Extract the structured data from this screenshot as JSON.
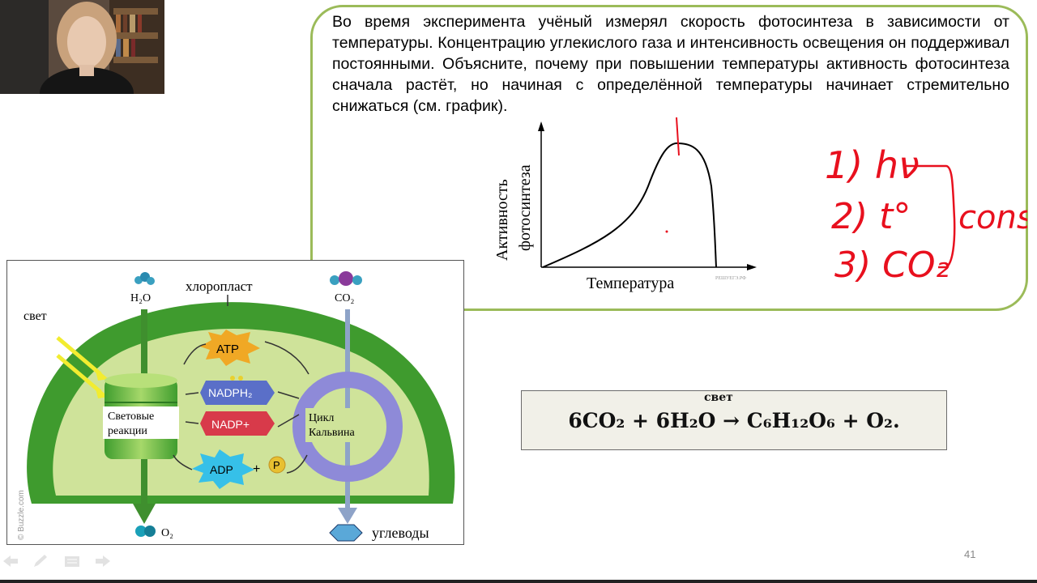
{
  "question": {
    "text": "Во время эксперимента учёный измерял скорость фотосинтеза в зависимости от температуры. Концентрацию углекислого газа и интенсивность освещения он поддерживал постоянными. Объясните, почему при повышении температуры активность фотосинтеза сначала растёт, но начиная с определённой температуры начинает стремительно снижаться (см. график)."
  },
  "graph": {
    "ylabel_line1": "Активность",
    "ylabel_line2": "фотосинтеза",
    "xlabel": "Температура",
    "watermark": "РЕШУЕГЭ.РФ"
  },
  "annotations": {
    "item1": "1) hν",
    "item2": "2) t°",
    "item3": "3) CO₂",
    "brace_label": "const",
    "ink_color": "#e8101e"
  },
  "diagram": {
    "h2o": "H₂O",
    "chloroplast": "хлоропласт",
    "co2": "CO₂",
    "light": "свет",
    "atp": "ATP",
    "nadph": "NADPH₂",
    "nadp": "NADP+",
    "adp": "ADP",
    "plus": "+",
    "p": "P",
    "light_reactions_1": "Световые",
    "light_reactions_2": "реакции",
    "calvin_1": "Цикл",
    "calvin_2": "Кальвина",
    "o2": "O₂",
    "carbs": "углеводы",
    "credit": "© Buzzle.com"
  },
  "formula": {
    "text": "6CO₂ + 6H₂O → C₆H₁₂O₆ + O₂.",
    "over_arrow": "свет"
  },
  "slide": {
    "page_number": "41"
  },
  "colors": {
    "box_border": "#9bbb59",
    "chloroplast_outer": "#2e8b2e",
    "chloroplast_inner": "#cfe39a",
    "formula_bg": "#f1f0e8"
  },
  "nav_icons": [
    "back-icon",
    "pen-icon",
    "menu-icon",
    "forward-icon"
  ]
}
